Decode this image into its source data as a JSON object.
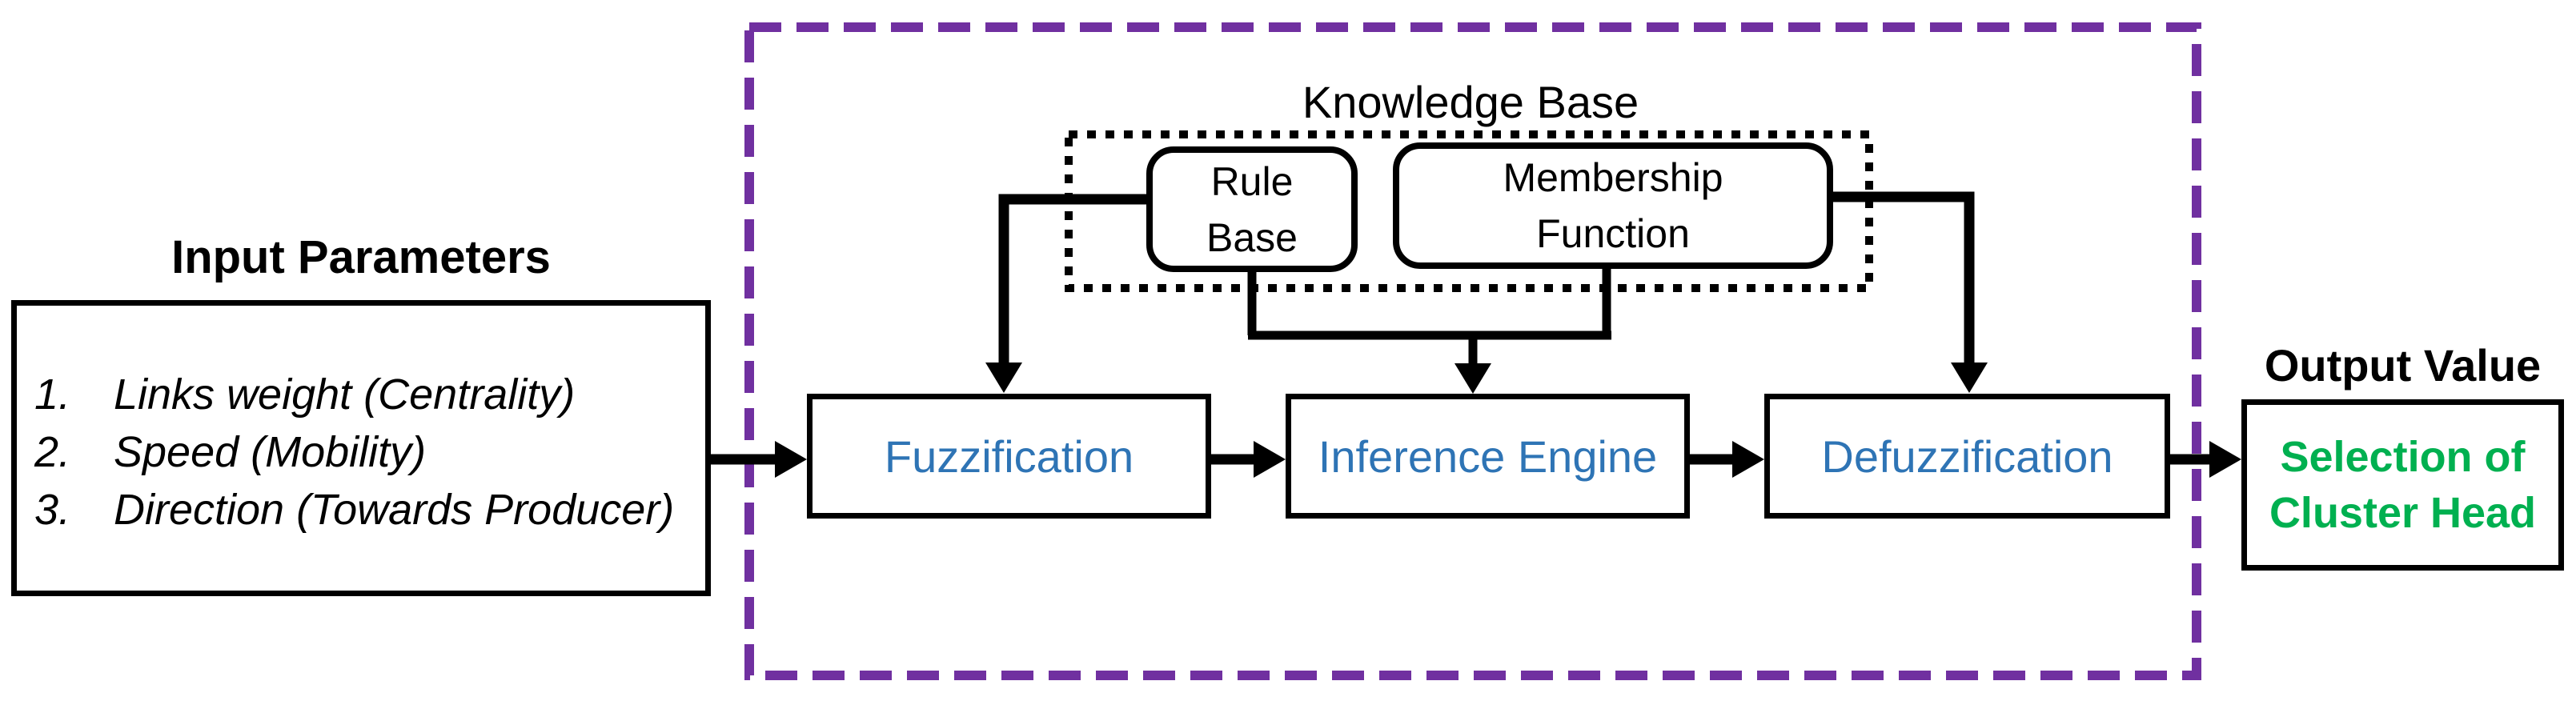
{
  "colors": {
    "accent_blue": "#2E74B5",
    "accent_green": "#00B050",
    "border_purple": "#7030A0",
    "line_black": "#000000"
  },
  "input": {
    "title": "Input Parameters",
    "items": [
      {
        "number": "1.",
        "text": "Links weight (Centrality)"
      },
      {
        "number": "2.",
        "text": "Speed (Mobility)"
      },
      {
        "number": "3.",
        "text": "Direction (Towards Producer)"
      }
    ]
  },
  "fuzzy_system": {
    "knowledge_base": {
      "title": "Knowledge Base",
      "rule_base": {
        "line1": "Rule",
        "line2": "Base"
      },
      "membership_function": {
        "line1": "Membership",
        "line2": "Function"
      }
    },
    "stages": {
      "fuzzification": "Fuzzification",
      "inference_engine": "Inference Engine",
      "defuzzification": "Defuzzification"
    }
  },
  "output": {
    "title": "Output Value",
    "result": {
      "line1": "Selection of",
      "line2": "Cluster Head"
    }
  }
}
